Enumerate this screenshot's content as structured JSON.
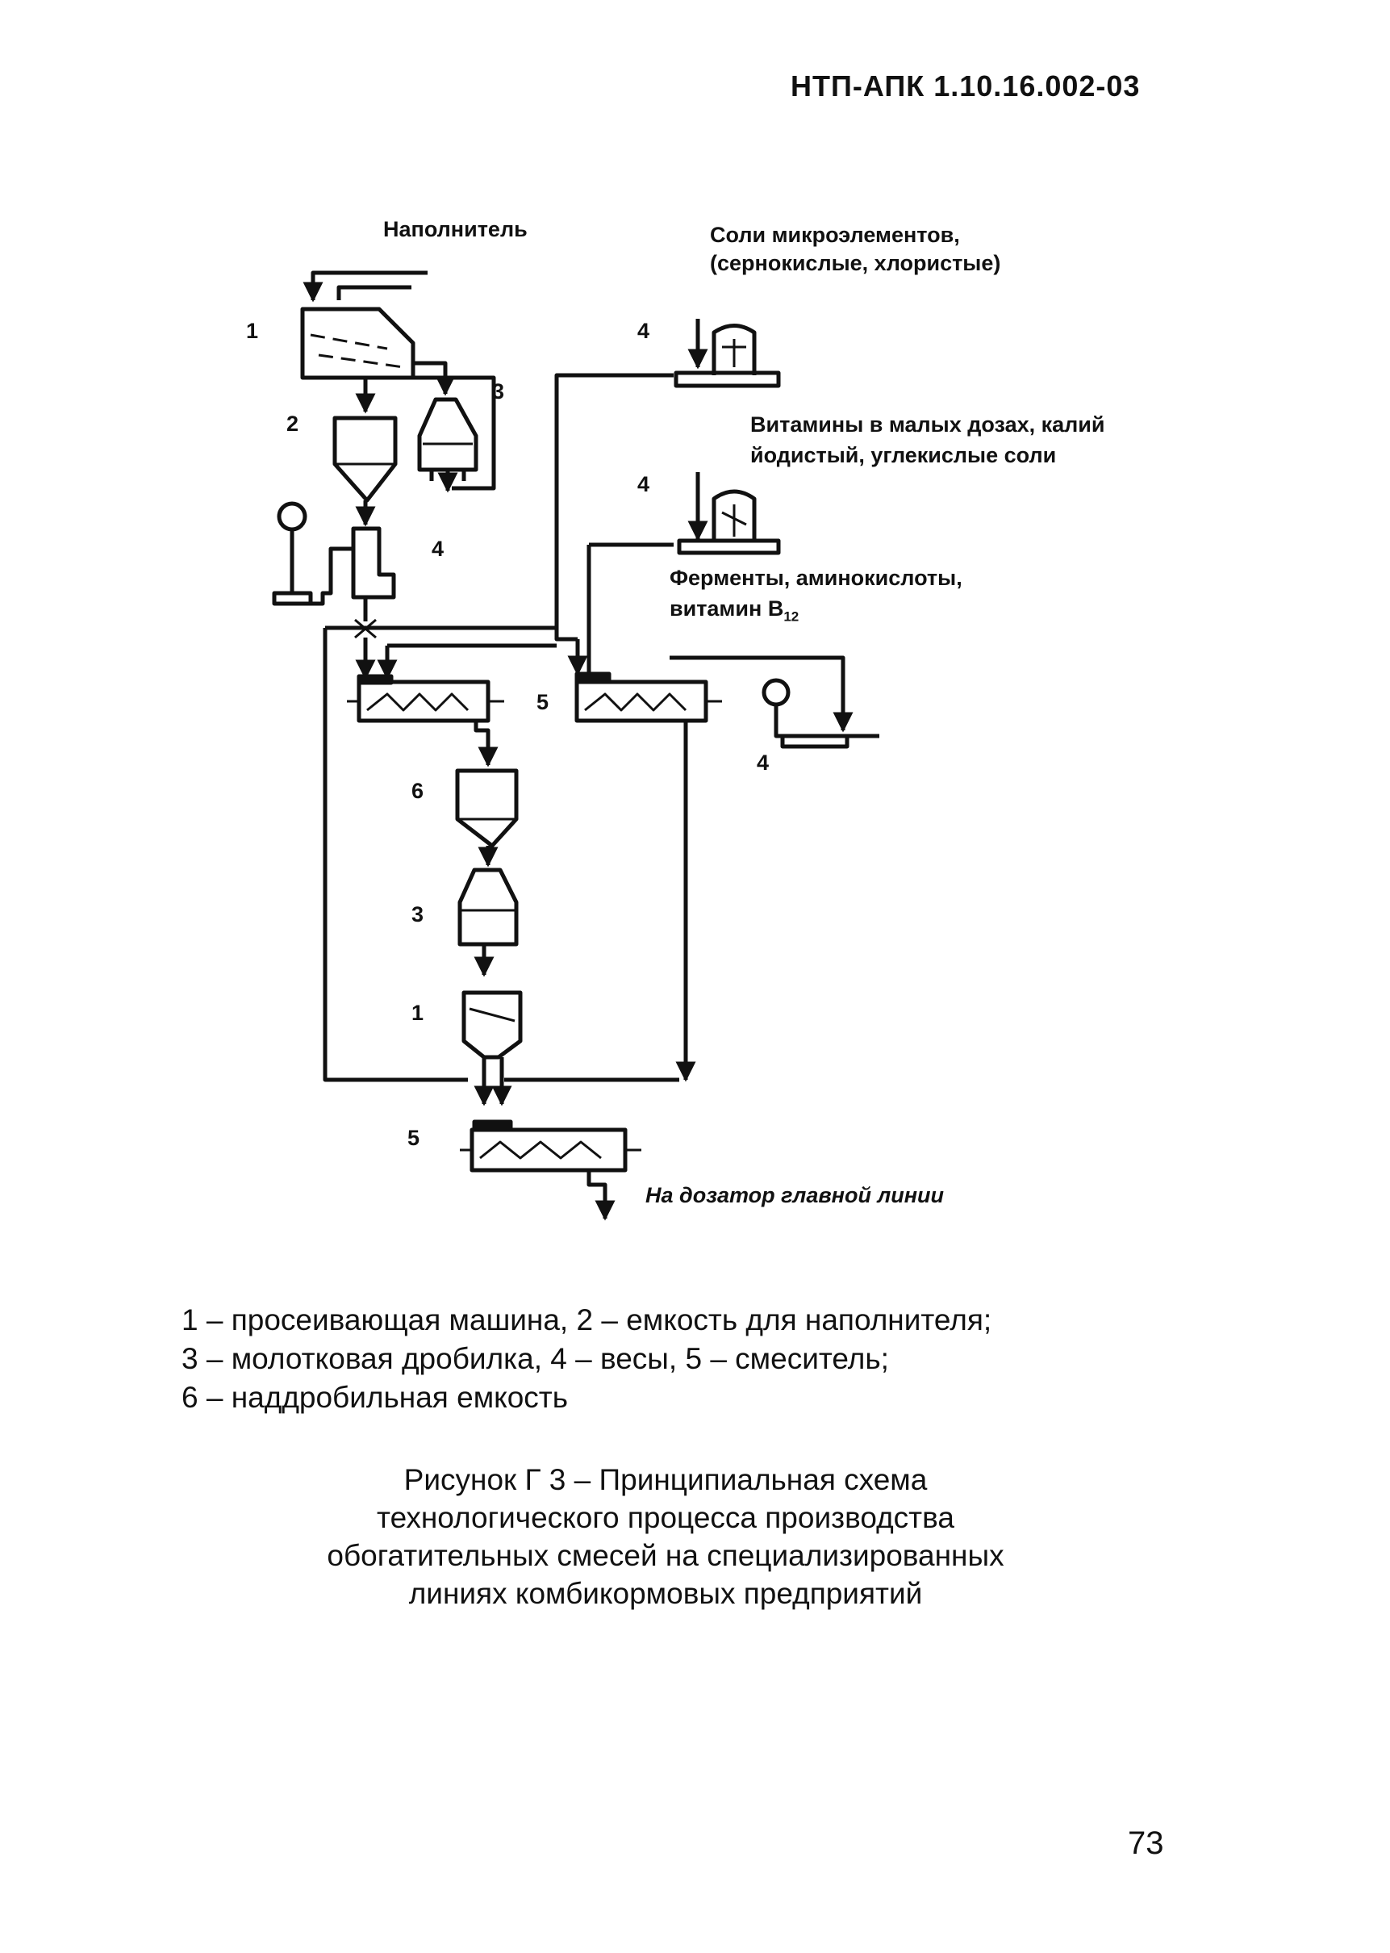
{
  "header": {
    "doc_code": "НТП-АПК 1.10.16.002-03"
  },
  "diagram": {
    "inputs": {
      "filler": "Наполнитель",
      "trace_salts_line1": "Соли микроэлементов,",
      "trace_salts_line2": "(сернокислые, хлористые)",
      "vitamins_line1": "Витамины в малых дозах, калий",
      "vitamins_line2": "йодистый,  углекислые соли",
      "enzymes_line1": "Ферменты, аминокислоты,",
      "enzymes_line2_prefix": "витамин В",
      "enzymes_line2_sub": "12"
    },
    "output": "На дозатор главной линии",
    "numbers": {
      "sifter_top": "1",
      "filler_bin": "2",
      "crusher_top": "3",
      "scale_filler": "4",
      "scale_salts": "4",
      "scale_vitamins": "4",
      "scale_right": "4",
      "mixer_right": "5",
      "prebin": "6",
      "crusher_mid": "3",
      "sifter_mid": "1",
      "mixer_bottom": "5"
    }
  },
  "legend": {
    "line1": "1 – просеивающая машина,  2 – емкость для наполнителя;",
    "line2": "3 – молотковая дробилка,  4 – весы, 5 – смеситель;",
    "line3": "6 – наддробильная емкость"
  },
  "caption": {
    "line1": "Рисунок Г 3 – Принципиальная схема",
    "line2": "технологического процесса производства",
    "line3": "обогатительных смесей на специализированных",
    "line4": "линиях комбикормовых предприятий"
  },
  "page_number": "73"
}
